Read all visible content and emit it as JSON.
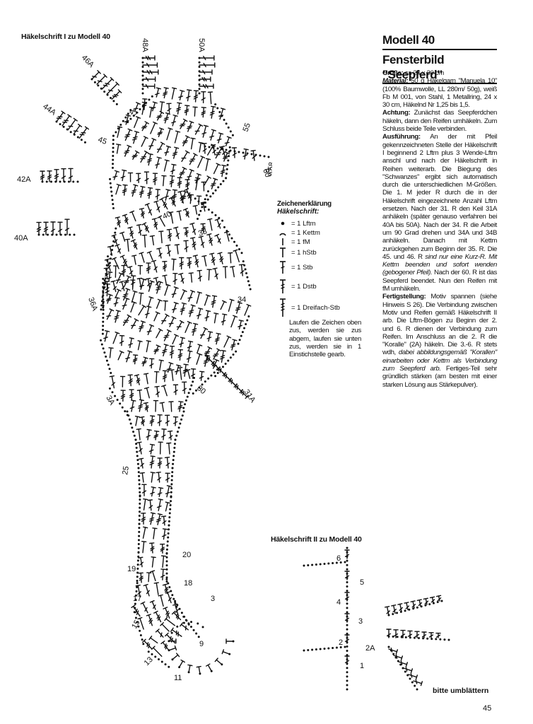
{
  "chart1": {
    "title": "Häkelschrift I zu Modell 40",
    "row_labels": [
      "50A",
      "48A",
      "46A",
      "44A",
      "45",
      "47",
      "42A",
      "40A",
      "40",
      "38",
      "34",
      "31A",
      "36A",
      "30",
      "3A",
      "25",
      "20",
      "19",
      "18",
      "17",
      "15",
      "13",
      "11",
      "9",
      "3",
      "55",
      "57",
      "56",
      "58",
      "60"
    ]
  },
  "chart2": {
    "title": "Häkelschrift II zu Modell 40",
    "row_labels": [
      "6",
      "5",
      "4",
      "3",
      "2",
      "2A",
      "1"
    ]
  },
  "model": {
    "number": "Modell 40",
    "name": "Fensterbild \"Seepferd\"",
    "groesse_label": "Größe:",
    "groesse_text": " ca 24 x 30 cm",
    "material_label": "Material:",
    "material_text": " 50 g Häkelgarn \"Manuela 10\" (100% Baumwolle, LL 280m/ 50g), weiß Fb M 001, von Stahl, 1 Metallring, 24 x 30 cm, Häkelnd Nr 1,25 bis 1,5.",
    "achtung_label": "Achtung:",
    "achtung_text": " Zunächst das Seepferdchen häkeln, dann den Reifen umhäkeln. Zum Schluss beide Teile verbinden.",
    "ausfuehrung_label": "Ausführung:",
    "ausfuehrung_text_1": " An der mit Pfeil gekennzeichneten Stelle der Häkelschrift I beginnend 2 Lftm plus 3 Wende-Lftm anschl und nach der Häkelschrift in Reihen weiterarb. Die Biegung des \"Schwanzes\" ergibt sich automatisch durch die unterschiedlichen M-Größen. Die 1. M jeder R durch die in der Häkelschrift eingezeichnete Anzahl Lftm ersetzen. Nach der 31. R den Keil 31A anhäkeln (später genauso verfahren bei 40A bis 50A). Nach der 34. R die Arbeit um 90 Grad drehen und 34A und 34B anhäkeln. Danach mit Kettm zurückgehen zum Beginn der 35. R. Die 45. und 46. R ",
    "ausfuehrung_italic": "sind nur eine Kurz-R. Mit Kettm beenden und sofort wenden (gebogener Pfeil).",
    "ausfuehrung_text_2": " Nach der 60. R ist das Seepferd beendet. Nun den Reifen mit fM umhäkeln.",
    "fertig_label": "Fertigstellung:",
    "fertig_text_1": " Motiv spannen (siehe Hinweis S 26). Die Verbindung zwischen Motiv und Reifen gemäß Häkelschrift II arb. Die Lftm-Bögen zu Beginn der 2. und 6. R dienen der Verbindung zum Reifen. Im Anschluss an die 2. R die \"Koralle\" (2A) häkeln. Die 3.-6. R stets wdh, ",
    "fertig_italic": "dabei abbildungsgemäß \"Korallen\" einarbeiten oder Kettm als Verbindung zum Seepferd arb.",
    "fertig_text_2": " Fertiges-Teil sehr gründlich stärken (am besten mit einer starken Lösung aus Stärkepulver)."
  },
  "legend": {
    "heading": "Zeichenerklärung",
    "subheading": "Häkelschrift:",
    "items": [
      {
        "symbol": "chain-dot",
        "label": "= 1 Lftm"
      },
      {
        "symbol": "slip-stitch-arc",
        "label": "= 1 Kettm"
      },
      {
        "symbol": "single-crochet-bar",
        "label": "= 1 fM"
      },
      {
        "symbol": "half-double-crochet",
        "label": "= 1 hStb"
      },
      {
        "symbol": "double-crochet",
        "label": "= 1 Stb"
      },
      {
        "symbol": "treble-crochet",
        "label": "= 1 Dstb"
      },
      {
        "symbol": "triple-treble-crochet",
        "label": "= 1 Dreifach-Stb"
      }
    ],
    "note": "Laufen die Zeichen oben zus, werden sie zus abgem, laufen sie unten zus, werden sie in 1 Einstichstelle gearb."
  },
  "footer": {
    "continue": "bitte umblättern",
    "page_number": "45"
  }
}
